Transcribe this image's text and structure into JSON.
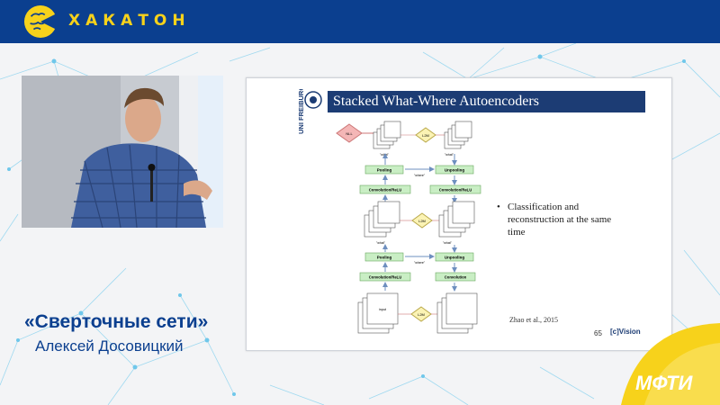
{
  "header": {
    "logo_text": "ХАКАТОН",
    "brand_color": "#0b3f8f",
    "accent_color": "#f7d21b"
  },
  "slide": {
    "title": "Stacked What-Where Autoencoders",
    "university_logo_text": "UNI FREIBURG",
    "bullet": "Classification and reconstruction at the same time",
    "citation": "Zhao et al., 2015",
    "page_number": "65",
    "vision_logo": "[c]Vision",
    "diagram": {
      "labels": {
        "nll": "NLL",
        "l2m_top": "L2M",
        "l2m_mid": "L2M",
        "l2m_bottom": "L2M",
        "pooling_1": "Pooling",
        "unpooling_1": "Unpooling",
        "conv_relu_1": "Convolution/ReLU",
        "conv_relu_1r": "Convolution/ReLU",
        "pooling_2": "Pooling",
        "unpooling_2": "Unpooling",
        "conv_relu_2": "Convolution/ReLU",
        "convolution": "Convolution",
        "input": "input",
        "what_1": "\"what\"",
        "what_1r": "\"what\"",
        "where_1": "\"where\"",
        "what_2": "\"what\"",
        "what_2r": "\"what\"",
        "where_2": "\"where\""
      }
    }
  },
  "lower_third": {
    "talk_title": "«Сверточные сети»",
    "speaker": "Алексей Досовицкий"
  },
  "corner_logo": {
    "text": "МФТИ"
  }
}
